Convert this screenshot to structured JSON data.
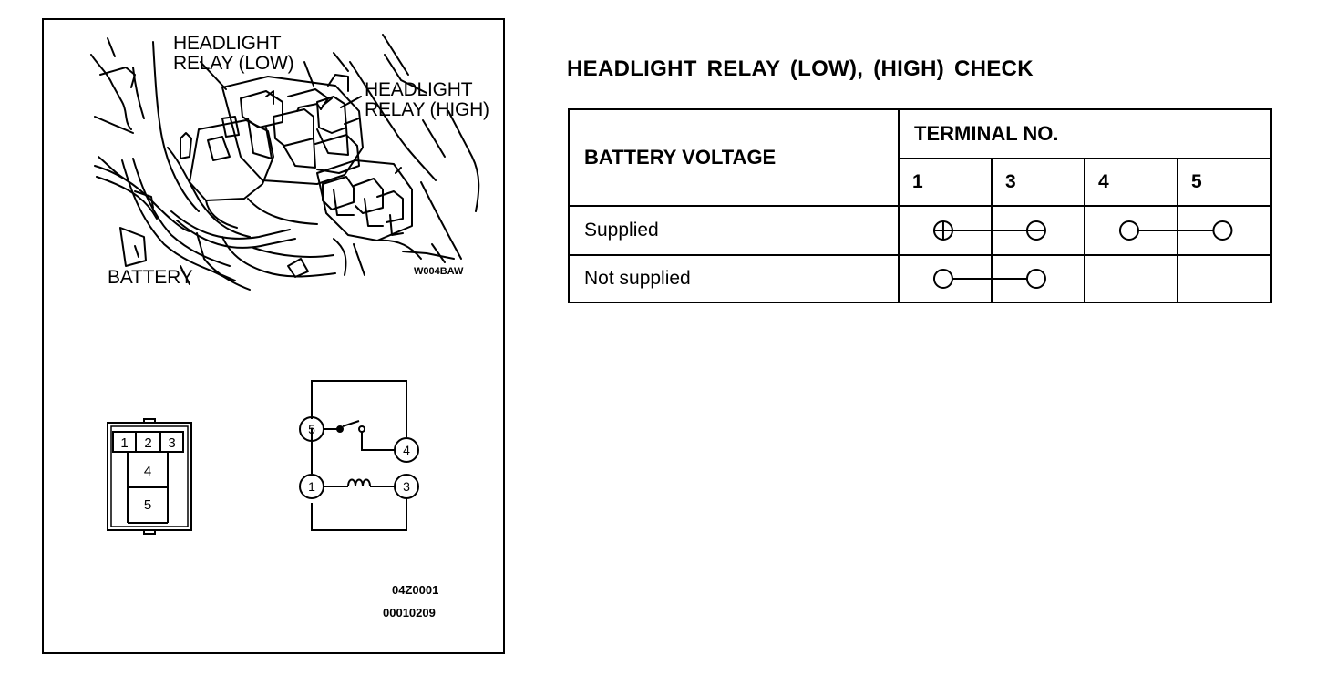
{
  "figure": {
    "labels": {
      "headlight_relay_low": [
        "HEADLIGHT",
        "RELAY (LOW)"
      ],
      "headlight_relay_high": [
        "HEADLIGHT",
        "RELAY (HIGH)"
      ],
      "battery": "BATTERY",
      "photo_code": "W004BAW"
    },
    "connector_pins": [
      "1",
      "2",
      "3",
      "4",
      "5"
    ],
    "circuit_terminals": [
      "5",
      "4",
      "1",
      "3"
    ],
    "codes": [
      "04Z0001",
      "00010209"
    ]
  },
  "title": "HEADLIGHT RELAY (LOW), (HIGH) CHECK",
  "table": {
    "header_left": "BATTERY VOLTAGE",
    "header_right": "TERMINAL NO.",
    "terminals": [
      "1",
      "3",
      "4",
      "5"
    ],
    "rows": [
      {
        "label": "Supplied",
        "connections": [
          {
            "from": "1",
            "to": "3",
            "from_symbol": "plus",
            "to_symbol": "minus"
          },
          {
            "from": "4",
            "to": "5",
            "from_symbol": "circle",
            "to_symbol": "circle"
          }
        ]
      },
      {
        "label": "Not supplied",
        "connections": [
          {
            "from": "1",
            "to": "3",
            "from_symbol": "circle",
            "to_symbol": "circle"
          }
        ]
      }
    ]
  }
}
